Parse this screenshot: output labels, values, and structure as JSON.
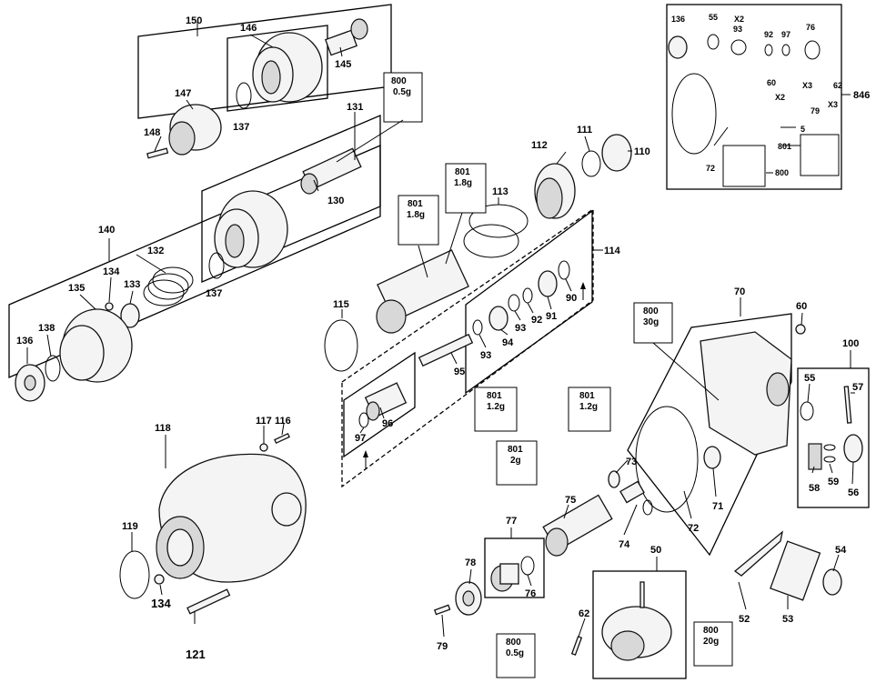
{
  "numbers": {
    "n150": "150",
    "n146": "146",
    "n145": "145",
    "n147": "147",
    "n148": "148",
    "n137a": "137",
    "n131": "131",
    "n130": "130",
    "n140": "140",
    "n132": "132",
    "n134a": "134",
    "n133": "133",
    "n135": "135",
    "n138": "138",
    "n136a": "136",
    "n137b": "137",
    "n800a": "800",
    "n801a": "801",
    "n801b": "801",
    "n112": "112",
    "n111": "111",
    "n110": "110",
    "n113": "113",
    "n114": "114",
    "n115": "115",
    "n90": "90",
    "n92": "92",
    "n91": "91",
    "n93a": "93",
    "n93b": "93",
    "n94": "94",
    "n95": "95",
    "n96": "96",
    "n97": "97",
    "n118": "118",
    "n117": "117",
    "n116": "116",
    "n119": "119",
    "n134b": "134",
    "n121": "121",
    "n800b": "800",
    "n70": "70",
    "n60a": "60",
    "n100": "100",
    "n55a": "55",
    "n57": "57",
    "n58": "58",
    "n59": "59",
    "n56": "56",
    "n71": "71",
    "n72a": "72",
    "n73": "73",
    "n74": "74",
    "n75": "75",
    "n801c": "801",
    "n801d": "801",
    "n801e": "801",
    "n77": "77",
    "n78": "78",
    "n76a": "76",
    "n79a": "79",
    "n62a": "62",
    "n50": "50",
    "n800c": "800",
    "n52": "52",
    "n53": "53",
    "n54": "54",
    "k136": "136",
    "k55": "55",
    "k93": "93",
    "k92": "92",
    "k97": "97",
    "k76": "76",
    "k846": "846",
    "k60": "60",
    "k79": "79",
    "k62": "62",
    "k5": "5",
    "k72": "72",
    "k801": "801",
    "k800": "800"
  },
  "small": {
    "x2a": "X2",
    "x2b": "X2",
    "x3a": "X3",
    "x3b": "X3"
  },
  "grease": {
    "g800a": "0.5g",
    "g801a": "1.8g",
    "g801b": "1.8g",
    "g800b": "30g",
    "g801c": "1.2g",
    "g801d": "1.2g",
    "g801e": "2g",
    "g801f": "0.5g",
    "g800c": "20g"
  }
}
